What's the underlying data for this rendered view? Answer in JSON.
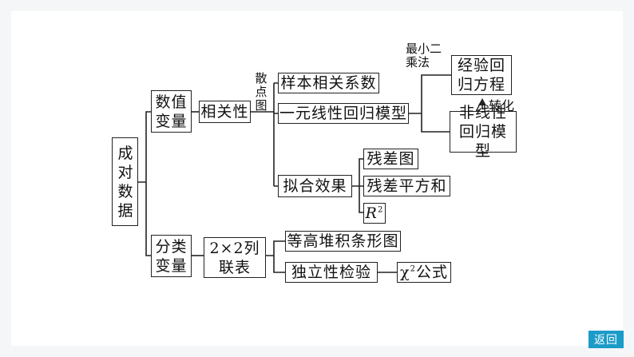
{
  "diagram": {
    "root": "成对数据",
    "numeric": "数值变量",
    "correlation": "相关性",
    "scatter_label": "散点图",
    "sample_corr": "样本相关系数",
    "linear_reg": "一元线性回归模型",
    "least_squares_label": "最小二乘法",
    "empirical_reg": "经验回归方程",
    "transform_label": "转化",
    "nonlinear_reg": "非线性回归模型",
    "fit_effect": "拟合效果",
    "residual_plot": "残差图",
    "residual_ss": "残差平方和",
    "r_squared_base": "R",
    "r_squared_sup": "2",
    "categorical": "分类变量",
    "contingency_a": "2×2列",
    "contingency_b": "联表",
    "stacked_bar": "等高堆积条形图",
    "independence_test": "独立性检验",
    "chi_square_base": "χ",
    "chi_square_sup": "2",
    "chi_square_rest": "公式"
  },
  "nav": {
    "return_label": "返回"
  }
}
